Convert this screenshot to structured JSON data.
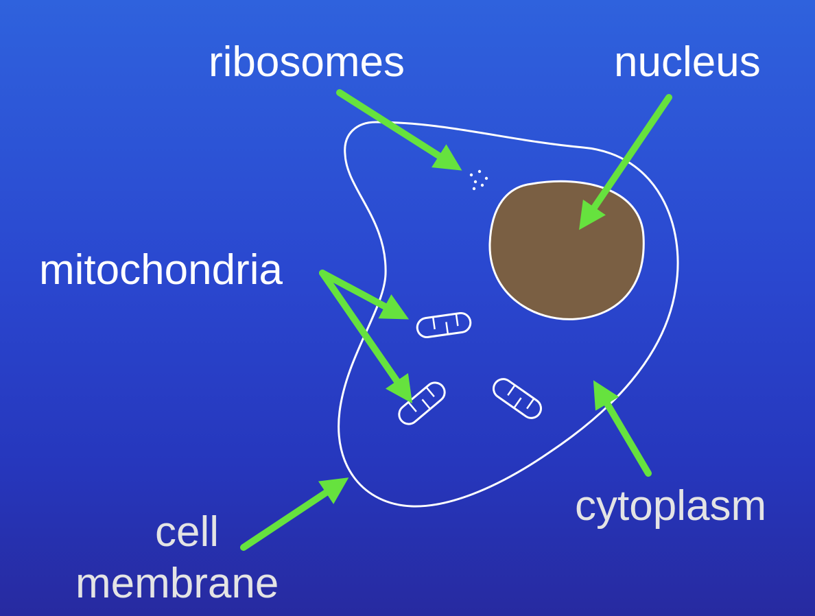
{
  "labels": {
    "ribosomes": "ribosomes",
    "nucleus": "nucleus",
    "mitochondria": "mitochondria",
    "cytoplasm": "cytoplasm",
    "cell_membrane_line1": "cell",
    "cell_membrane_line2": "membrane"
  },
  "colors": {
    "background_top": "#2f62dd",
    "background_bottom": "#272aa0",
    "membrane_outline": "#ffffff",
    "nucleus_fill": "#7a5f43",
    "arrow": "#66e23e",
    "label_text": "#ffffff",
    "label_text_light": "#e4e4e4"
  }
}
